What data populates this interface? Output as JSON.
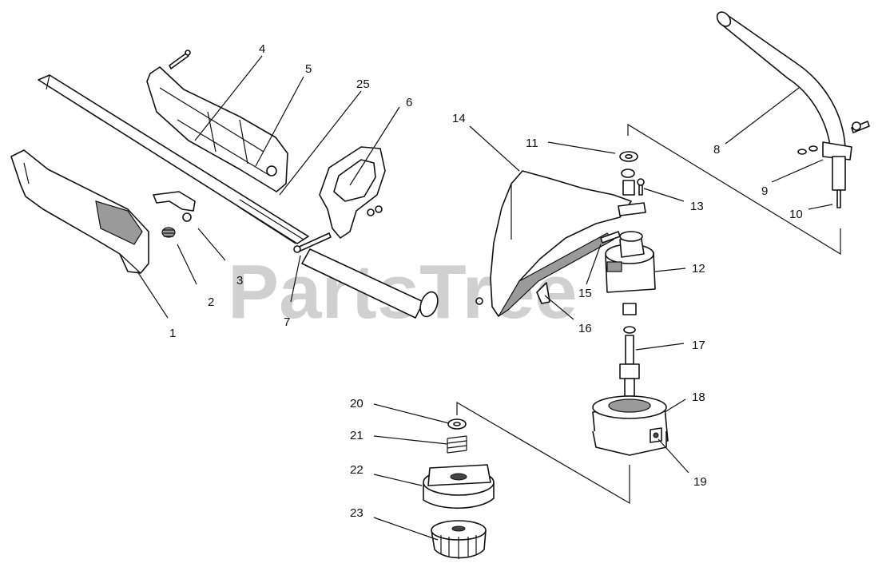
{
  "watermark": "PartsTree",
  "callouts": [
    "1",
    "2",
    "3",
    "4",
    "5",
    "25",
    "6",
    "7",
    "8",
    "9",
    "10",
    "11",
    "13",
    "12",
    "14",
    "15",
    "16",
    "17",
    "18",
    "19",
    "20",
    "21",
    "22",
    "23"
  ],
  "colors": {
    "line": "#111111",
    "watermark": "#c8c8c8",
    "shade": "#9a9a9a"
  }
}
